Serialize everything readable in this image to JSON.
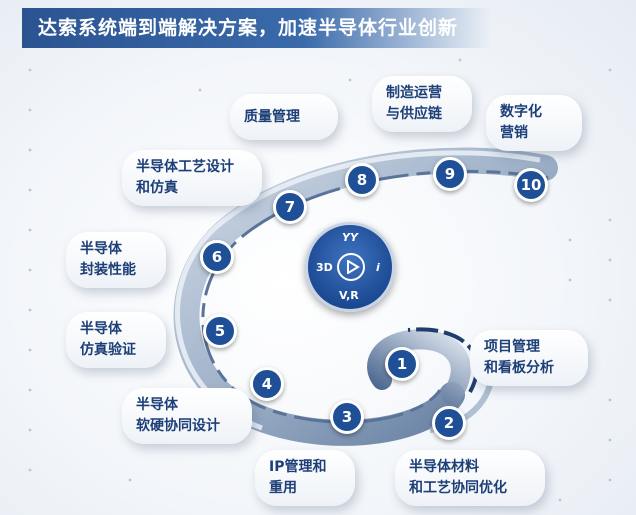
{
  "title": "达索系统端到端解决方案，加速半导体行业创新",
  "steps": [
    {
      "num": "1",
      "label": "项目管理\n和看板分析"
    },
    {
      "num": "2",
      "label": "半导体材料\n和工艺协同优化"
    },
    {
      "num": "3",
      "label": "IP管理和\n重用"
    },
    {
      "num": "4",
      "label": "半导体\n软硬协同设计"
    },
    {
      "num": "5",
      "label": "半导体\n仿真验证"
    },
    {
      "num": "6",
      "label": "半导体\n封装性能"
    },
    {
      "num": "7",
      "label": "半导体工艺设计\n和仿真"
    },
    {
      "num": "8",
      "label": "质量管理"
    },
    {
      "num": "9",
      "label": "制造运营\n与供应链"
    },
    {
      "num": "10",
      "label": "数字化\n营销"
    }
  ],
  "logo": {
    "top": "YY",
    "left": "3D",
    "right": "i",
    "bottom": "V,R"
  },
  "colors": {
    "accent": "#1f4f96",
    "card_text": "#1d3f77",
    "title_bg": "#2b5391"
  }
}
